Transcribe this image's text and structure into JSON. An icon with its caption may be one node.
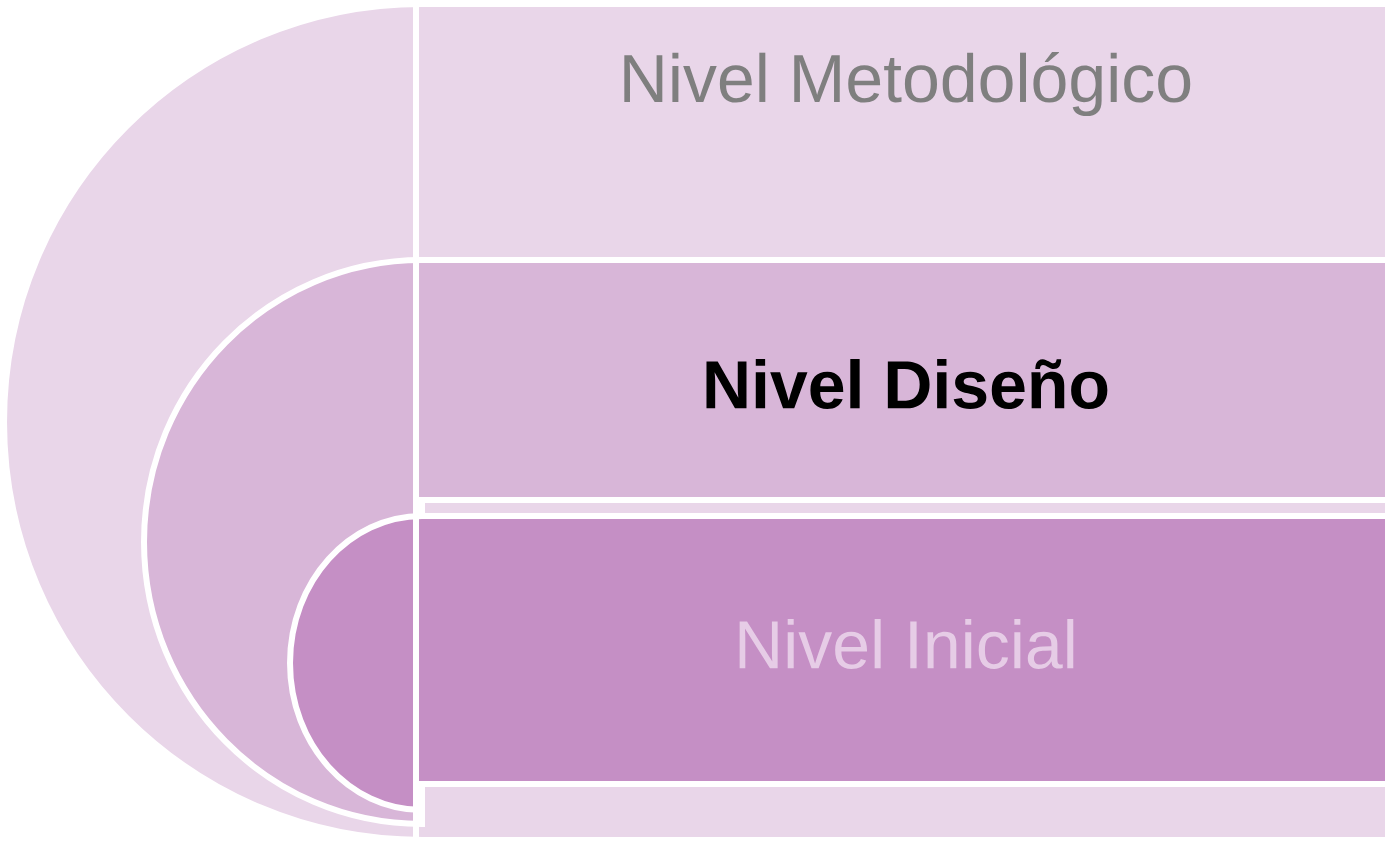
{
  "diagram": {
    "nodes": [
      {
        "text": [
          "Nivel Metodológico"
        ]
      },
      {
        "text": [
          "Nivel Diseño"
        ],
        "in": 0
      },
      {
        "text": [
          "Nivel Inicial"
        ],
        "in": 1
      }
    ]
  }
}
